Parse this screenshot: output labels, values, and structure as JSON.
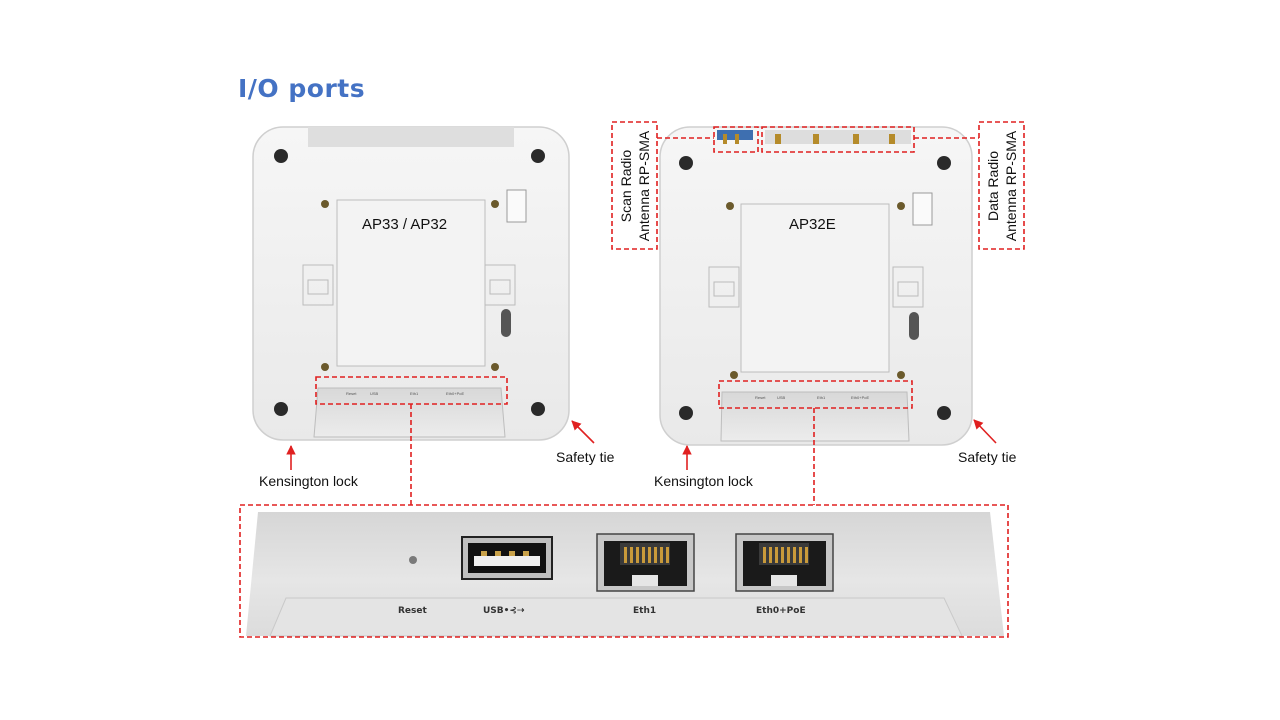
{
  "page": {
    "title": "I/O ports"
  },
  "devices": {
    "left": {
      "model_label": "AP33 / AP32"
    },
    "right": {
      "model_label": "AP32E"
    }
  },
  "callouts": {
    "left_kensington": "Kensington lock",
    "left_safety": "Safety tie",
    "right_kensington": "Kensington lock",
    "right_safety": "Safety tie",
    "scan_radio_line1": "Scan Radio",
    "scan_radio_line2": "Antenna RP-SMA",
    "data_radio_line1": "Data Radio",
    "data_radio_line2": "Antenna RP-SMA"
  },
  "ports": {
    "reset": "Reset",
    "usb": "USB",
    "usb_symbol": "•⊰⇢",
    "eth1": "Eth1",
    "eth0": "Eth0+PoE"
  },
  "colors": {
    "title": "#4472c4",
    "callout": "#e02020"
  }
}
